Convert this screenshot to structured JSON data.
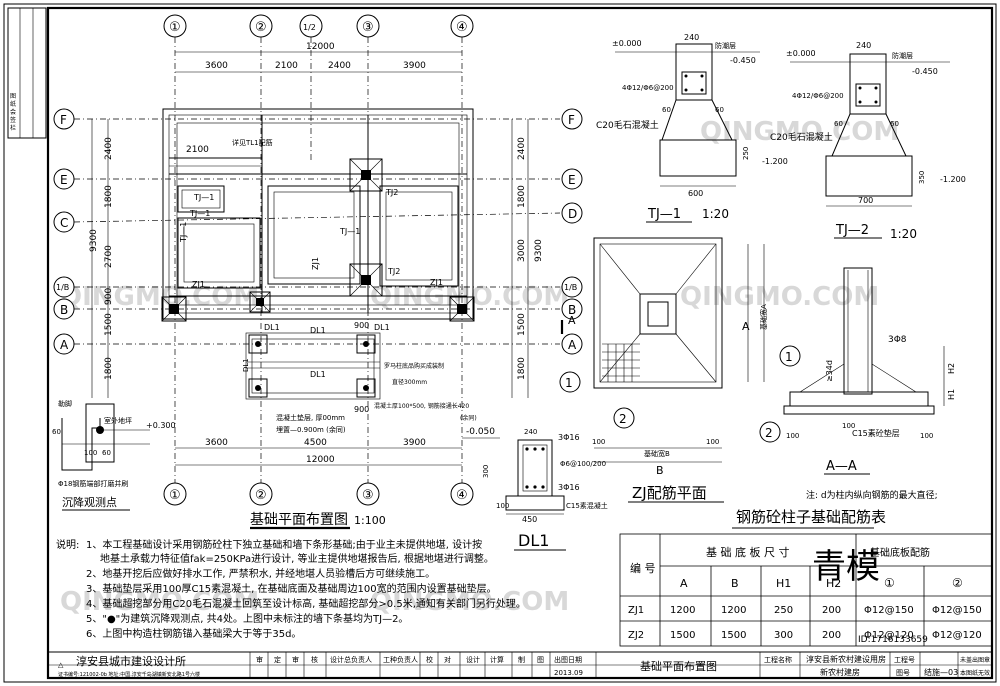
{
  "sheet": {
    "institute": "淳安县城市建设设计所",
    "cert_note": "证书编号:121002-0b  地址:中国.淳安千岛湖镇新安北路1号六楼",
    "title_roles": [
      "审",
      "定",
      "审",
      "核",
      "设计总负责人",
      "工种负责人",
      "校",
      "对",
      "设计",
      "计算",
      "制",
      "图"
    ],
    "date_label": "出图日期",
    "date_value": "2013.09",
    "drawing_title": "基础平面布置图",
    "project_label": "工程名称",
    "project_value": "淳安县新农村建设用房",
    "subproject_value": "新农村建房",
    "drawno_label": "工程号",
    "drawing_label": "图号",
    "drawing_no": "结施—03",
    "stamp_left": "未盖出图章",
    "stamp_right": "本图纸无效"
  },
  "side_stamp": [
    "图",
    "纸",
    "会",
    "签",
    "栏"
  ],
  "plan": {
    "title": "基础平面布置图",
    "scale": "1:100",
    "col_axes": [
      "①",
      "②",
      "1/2",
      "③",
      "④"
    ],
    "row_axes_left": [
      "F",
      "E",
      "C",
      "1/B",
      "B",
      "A"
    ],
    "row_axes_right": [
      "F",
      "E",
      "D",
      "1/B",
      "B",
      "A"
    ],
    "top_total": "12000",
    "top_spans": [
      "3600",
      "2100",
      "2400",
      "3900"
    ],
    "bottom_spans": [
      "3600",
      "4500",
      "3900"
    ],
    "bottom_total": "12000",
    "left_total": "9300",
    "left_spans": [
      "2400",
      "1800",
      "2700",
      "900",
      "1500",
      "1800"
    ],
    "right_total": "9300",
    "right_spans": [
      "2400",
      "1800",
      "3000",
      "1500",
      "1800"
    ],
    "inner_dim": "2100",
    "labels": {
      "tl1": "详见TL1配筋",
      "tj1a": "TJ—1",
      "tj1b": "TJ—1",
      "tj1c": "TJ—1",
      "tj1d": "TJ—1",
      "tj2a": "TJ2",
      "tj2b": "TJ2",
      "zj1a": "ZJ1",
      "zj1b": "ZJ1",
      "zj1c": "ZJ1",
      "dl1a": "DL1",
      "dl1b": "DL1",
      "dl1c": "DL1",
      "dl1d": "DL1",
      "dl1e": "DL1",
      "pile": "罗马柱底品购买成装制",
      "pile2": "直径300mm",
      "conc": "混凝土厚100*500, 钢筋接通长420",
      "conc2": "(余同)",
      "pad": "混凝土垫层, 厚00mm",
      "pad2": "埋置—0.900m (余同)",
      "d900": "900",
      "d900b": "900"
    },
    "elev": "-0.050"
  },
  "settle": {
    "title": "沉降观测点",
    "label1": "勒脚",
    "label2": "室外地坪",
    "elev": "+0.300",
    "rebar": "Φ18钢筋端部打磨并刷",
    "d60": "60",
    "d100": "100",
    "d60b": "60"
  },
  "tj1": {
    "title": "TJ—1",
    "scale": "1:20",
    "elev0": "±0.000",
    "w240": "240",
    "dpc": "防潮层",
    "elev045": "-0.450",
    "rebar": "4Φ12/Φ6@200",
    "concrete": "C20毛石混凝土",
    "d60a": "60",
    "d60b": "60",
    "d250": "250",
    "elev120": "-1.200",
    "base": "600"
  },
  "tj2": {
    "title": "TJ—2",
    "scale": "1:20",
    "elev0": "±0.000",
    "w240": "240",
    "dpc": "防潮层",
    "elev045": "-0.450",
    "rebar": "4Φ12/Φ6@200",
    "concrete": "C20毛石混凝土",
    "d60a": "60",
    "d60b": "60",
    "d350": "350",
    "elev120": "-1.200",
    "base": "700"
  },
  "dl1": {
    "title": "DL1",
    "r1": "3Φ16",
    "r2": "3Φ16",
    "stirrup": "Φ6@100/200",
    "pad": "C15素混凝土",
    "d300": "300",
    "d100": "100",
    "d240": "240",
    "d450": "450"
  },
  "zj": {
    "title": "ZJ配筋平面",
    "dimA": "A",
    "dimB": "B",
    "baseB": "基础宽B",
    "baseA": "基础宽A",
    "a_label": "A",
    "d100": "100",
    "d100b": "100",
    "mark1": "1",
    "mark2": "2"
  },
  "aa": {
    "title": "A—A",
    "r1": "3Φ8",
    "ld": "≥34d",
    "h1": "H1",
    "h2": "H2",
    "pad": "C15素砼垫层",
    "d100a": "100",
    "d100b": "100",
    "d100c": "100",
    "mark1": "1",
    "mark2": "2",
    "note": "注: d为柱内纵向钢筋的最大直径;"
  },
  "table": {
    "title": "钢筋砼柱子基础配筋表",
    "h_no": "编  号",
    "h_size": "基 础 底 板 尺 寸",
    "h_rebar": "基础底板配筋",
    "cols": [
      "A",
      "B",
      "H1",
      "H2",
      "①",
      "②"
    ],
    "rows": [
      {
        "no": "ZJ1",
        "cells": [
          "1200",
          "1200",
          "250",
          "200",
          "Φ12@150",
          "Φ12@150"
        ]
      },
      {
        "no": "ZJ2",
        "cells": [
          "1500",
          "1500",
          "300",
          "200",
          "Φ12@120",
          "Φ12@120"
        ]
      }
    ]
  },
  "notes": {
    "heading": "说明:",
    "lines": [
      "1、本工程基础设计采用钢筋砼柱下独立基础和墙下条形基础;由于业主未提供地堪, 设计按",
      "地基土承载力特征值fak=250KPa进行设计, 等业主提供地堪报告后, 根据地堪进行调整。",
      "2、地基开挖后应做好排水工作, 严禁积水, 并经地堪人员验槽后方可继续施工。",
      "3、基础垫层采用100厚C15素混凝土, 在基础底面及基础周边100宽的范围内设置基础垫层。",
      "4、基础超挖部分用C20毛石混凝土回筑至设计标高, 基础超挖部分>0.5米,通知有关部门另行处理。",
      "5、\"●\"为建筑沉降观测点, 共4处。上图中未标注的墙下条基均为TJ—2。",
      "6、上图中构造柱钢筋锚入基础梁大于等于35d。"
    ]
  },
  "watermarks": [
    "QINGMO.COM",
    "QINGMO.COM",
    "QINGMO.COM",
    "QINGMO.COM",
    "QINGMO.COM",
    "QINGMO.COM"
  ],
  "brand": "青模",
  "brand_id": "ID:1716133659"
}
